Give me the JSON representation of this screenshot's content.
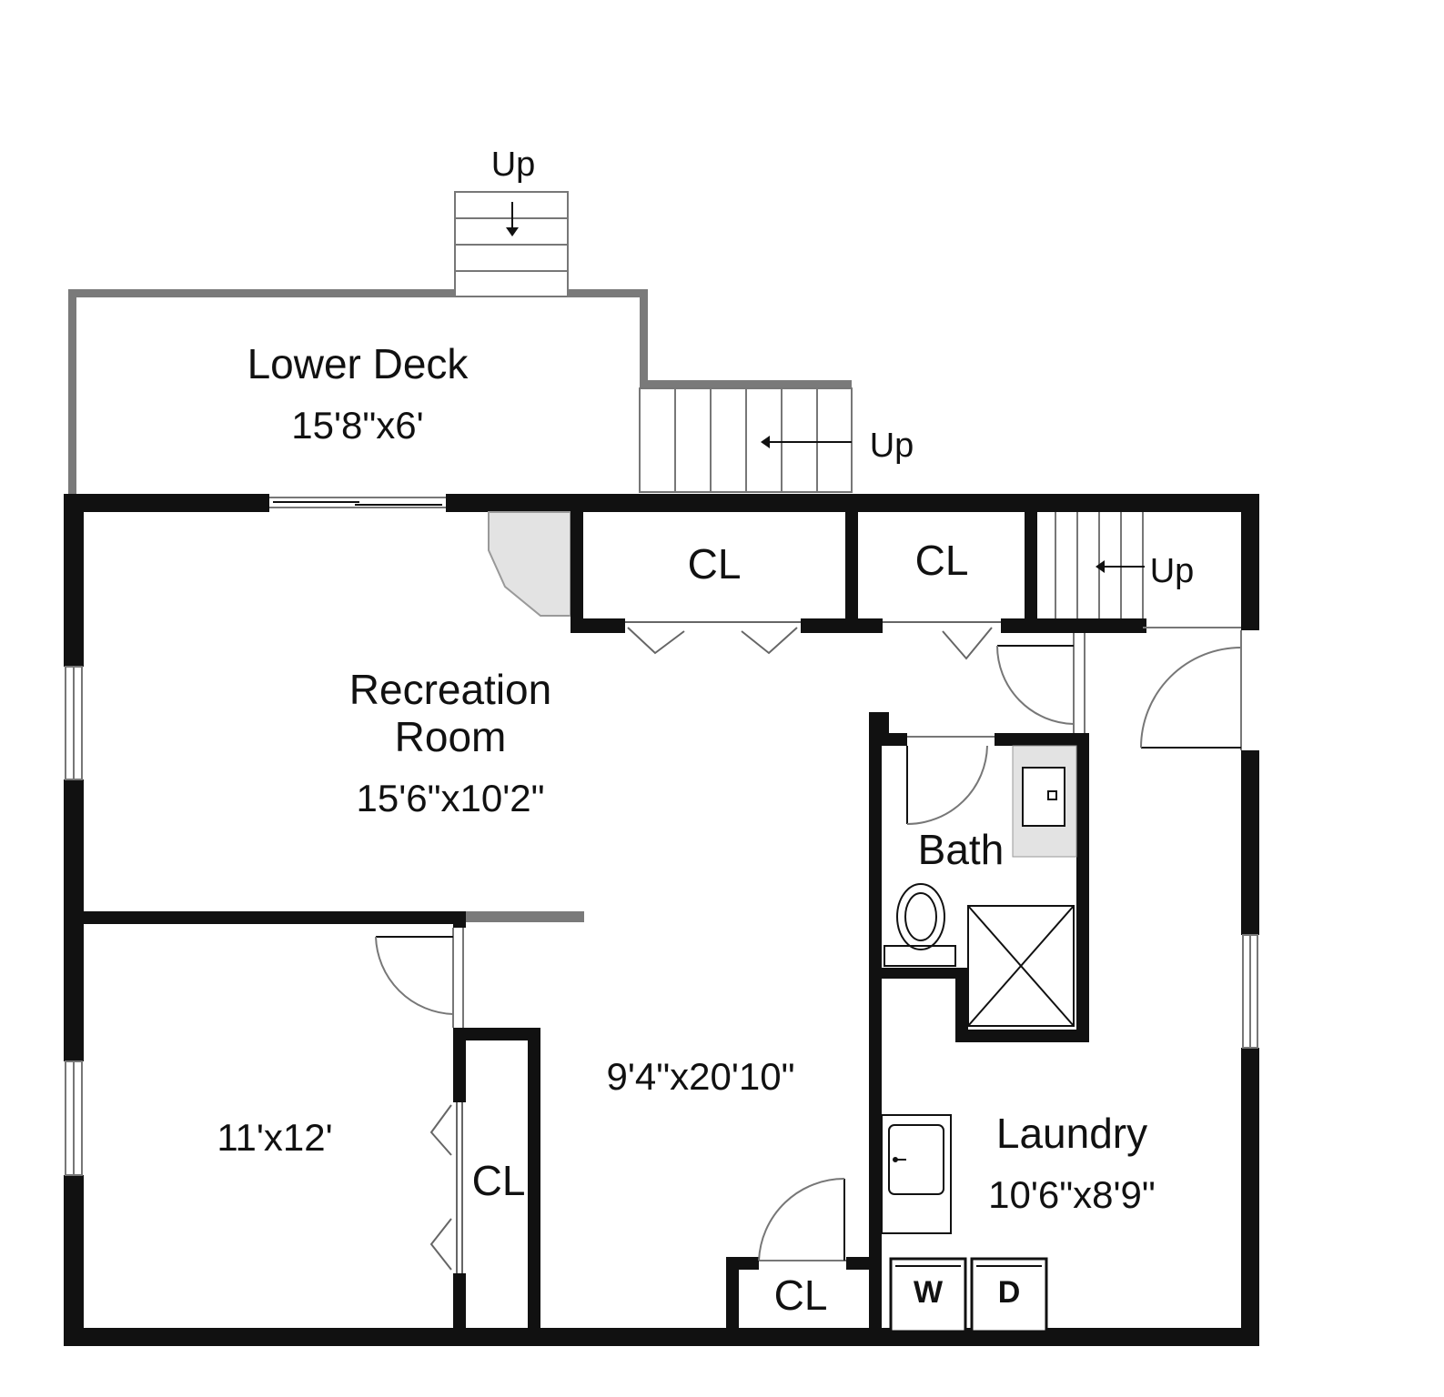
{
  "colors": {
    "wall": "#111111",
    "deck_wall": "#7a7a7a",
    "fixture_fill": "#e3e3e3",
    "background": "#ffffff"
  },
  "stairs": {
    "top_up": "Up",
    "deck_up": "Up",
    "interior_up": "Up"
  },
  "rooms": {
    "lower_deck": {
      "name": "Lower Deck",
      "dims": "15'8\"x6'"
    },
    "recreation": {
      "name_line1": "Recreation",
      "name_line2": "Room",
      "dims": "15'6\"x10'2\""
    },
    "bedroom": {
      "dims": "11'x12'"
    },
    "hall": {
      "dims": "9'4\"x20'10\""
    },
    "bath": {
      "name": "Bath"
    },
    "laundry": {
      "name": "Laundry",
      "dims": "10'6\"x8'9\""
    },
    "closets": {
      "cl_1": "CL",
      "cl_2": "CL",
      "cl_bedroom": "CL",
      "cl_hall": "CL"
    }
  },
  "appliances": {
    "washer": "W",
    "dryer": "D"
  }
}
